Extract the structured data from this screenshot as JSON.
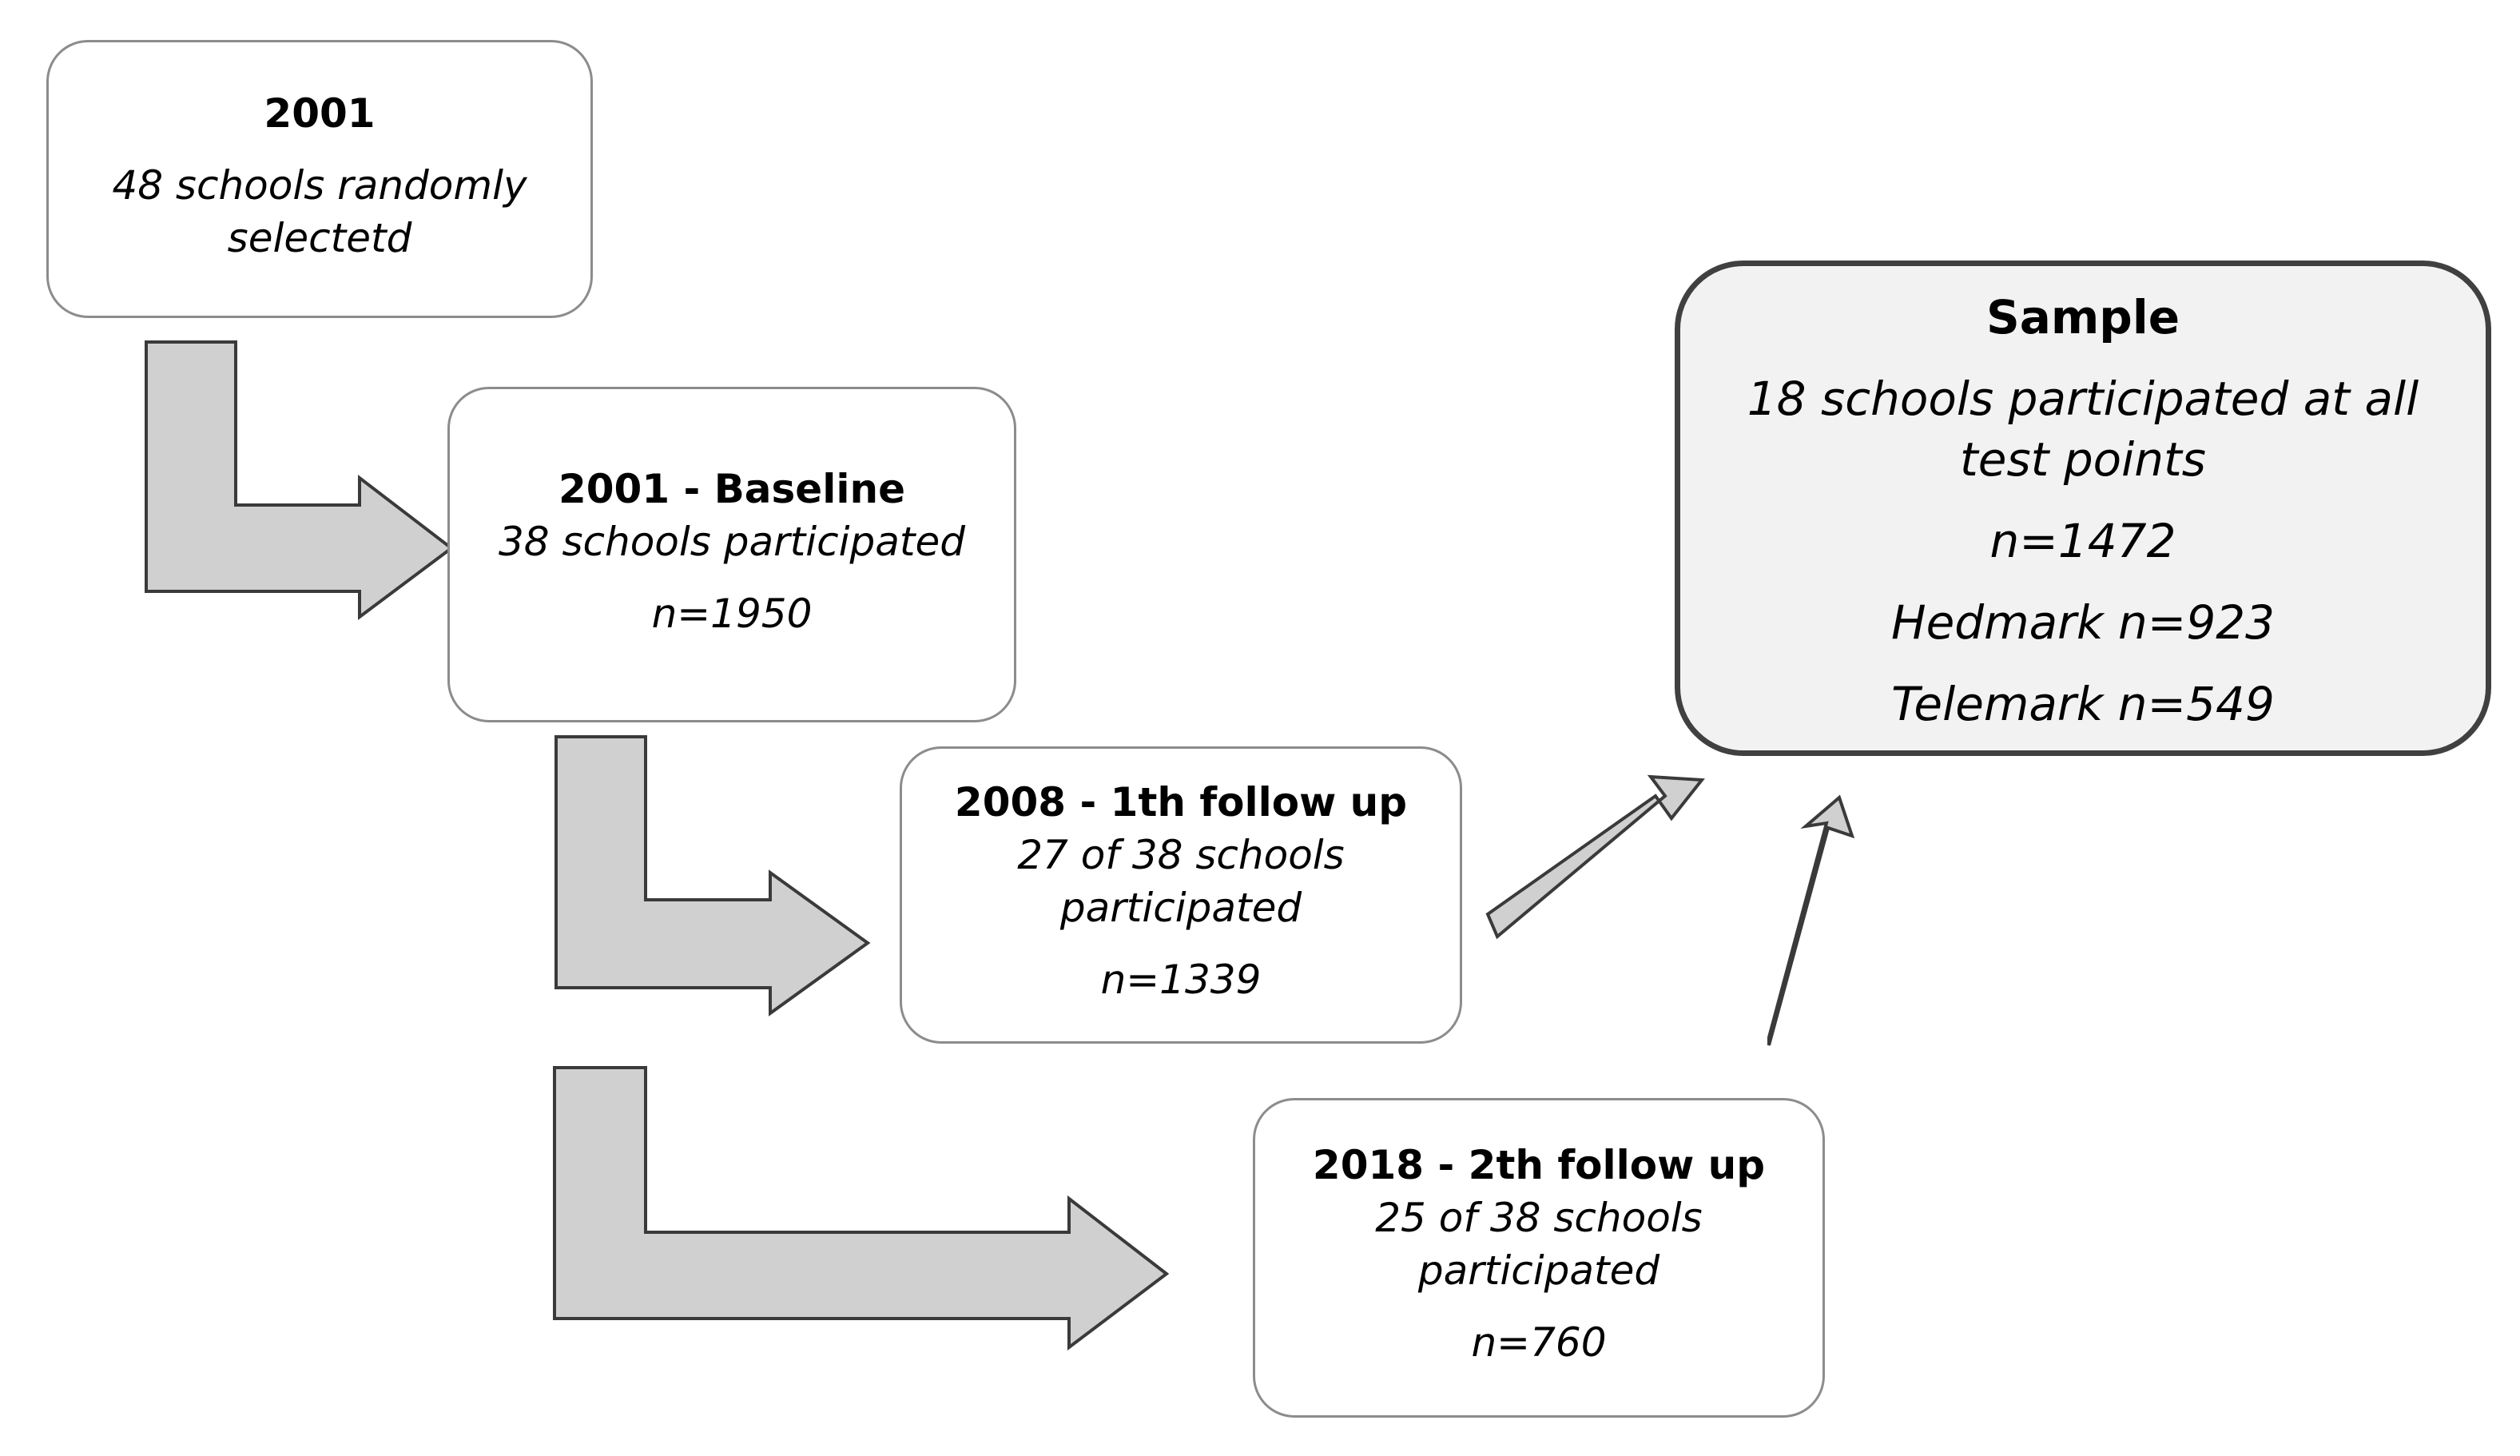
{
  "boxes": {
    "start": {
      "title": "2001",
      "line1": "48 schools randomly",
      "line2": "selectetd"
    },
    "baseline": {
      "title": "2001 - Baseline",
      "line1": "38 schools participated",
      "count": "n=1950"
    },
    "followup1": {
      "title": "2008 - 1th follow up",
      "line1": "27 of 38 schools",
      "line2": "participated",
      "count": "n=1339"
    },
    "followup2": {
      "title": "2018 - 2th follow up",
      "line1": "25 of 38 schools",
      "line2": "participated",
      "count": "n=760"
    },
    "sample": {
      "title": "Sample",
      "line1": "18 schools participated at all",
      "line2": "test points",
      "count": "n=1472",
      "hedmark": "Hedmark n=923",
      "telemark": "Telemark  n=549"
    }
  },
  "colors": {
    "arrow_fill": "#d0d0d0",
    "arrow_stroke": "#3a3a3a",
    "box_border": "#8c8c8c",
    "sample_fill": "#f2f2f2",
    "sample_border": "#404040"
  }
}
